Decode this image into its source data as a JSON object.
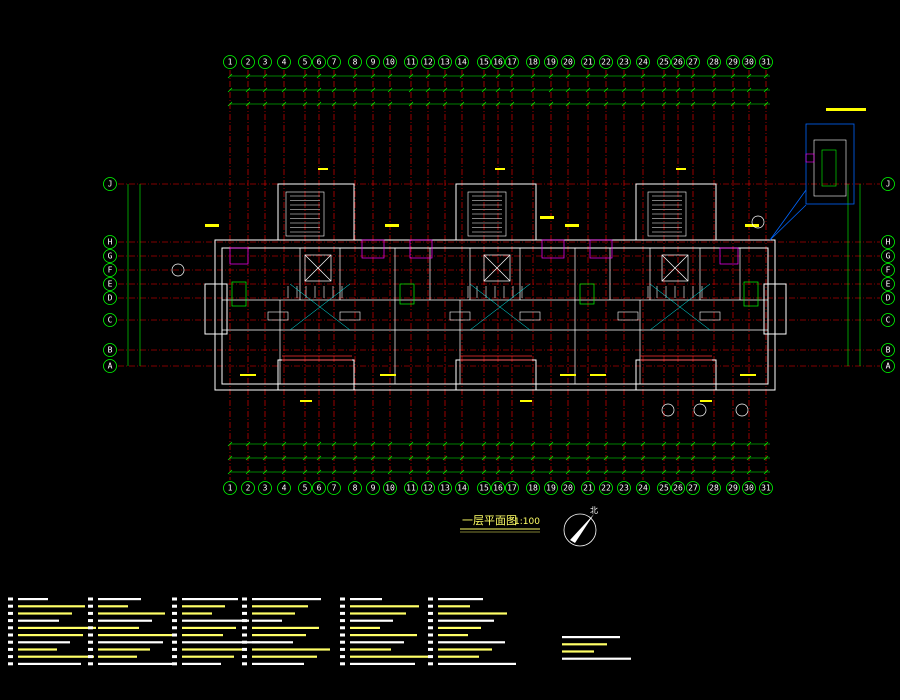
{
  "drawing": {
    "title": "一层平面图",
    "scale": "1:100",
    "north_label": "北"
  },
  "column_axes": [
    "1",
    "2",
    "3",
    "4",
    "5",
    "6",
    "7",
    "8",
    "9",
    "10",
    "11",
    "12",
    "13",
    "14",
    "15",
    "16",
    "17",
    "18",
    "19",
    "20",
    "21",
    "22",
    "23",
    "24",
    "25",
    "26",
    "27",
    "28",
    "29",
    "30",
    "31"
  ],
  "row_axes": [
    "J",
    "H",
    "G",
    "F",
    "E",
    "D",
    "C",
    "B",
    "A"
  ],
  "colors": {
    "background": "#000000",
    "axis_line": "#ff0000",
    "wall": "#ffffff",
    "dimension": "#00ff00",
    "stair": "#ffffff",
    "annotation": "#ffff00",
    "detail": "#00ffff",
    "furniture": "#ff00ff"
  }
}
